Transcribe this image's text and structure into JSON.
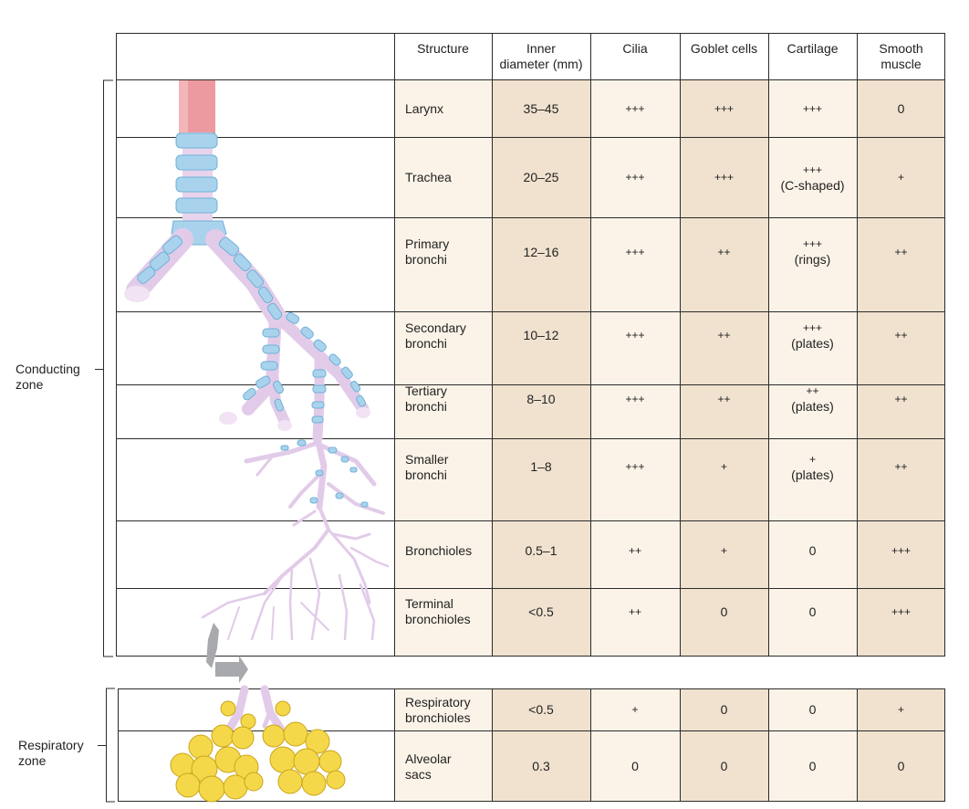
{
  "headers": {
    "structure": "Structure",
    "diameter": [
      "Inner",
      "diameter (mm)"
    ],
    "cilia": "Cilia",
    "goblet": "Goblet cells",
    "cartilage": "Cartilage",
    "smooth": [
      "Smooth",
      "muscle"
    ]
  },
  "zones": {
    "conducting": [
      "Conducting",
      "zone"
    ],
    "respiratory": [
      "Respiratory",
      "zone"
    ]
  },
  "rows": [
    {
      "structure": [
        "Larynx"
      ],
      "diameter": "35–45",
      "cilia": "+++",
      "goblet": "+++",
      "cartilage": [
        "+++"
      ],
      "smooth": "0"
    },
    {
      "structure": [
        "Trachea"
      ],
      "diameter": "20–25",
      "cilia": "+++",
      "goblet": "+++",
      "cartilage": [
        "+++",
        "(C-shaped)"
      ],
      "smooth": "+"
    },
    {
      "structure": [
        "Primary",
        "bronchi"
      ],
      "diameter": "12–16",
      "cilia": "+++",
      "goblet": "++",
      "cartilage": [
        "+++",
        "(rings)"
      ],
      "smooth": "++"
    },
    {
      "structure": [
        "Secondary",
        "bronchi"
      ],
      "diameter": "10–12",
      "cilia": "+++",
      "goblet": "++",
      "cartilage": [
        "+++",
        "(plates)"
      ],
      "smooth": "++"
    },
    {
      "structure": [
        "Tertiary",
        "bronchi"
      ],
      "diameter": "8–10",
      "cilia": "+++",
      "goblet": "++",
      "cartilage": [
        "++",
        "(plates)"
      ],
      "smooth": "++"
    },
    {
      "structure": [
        "Smaller",
        "bronchi"
      ],
      "diameter": "1–8",
      "cilia": "+++",
      "goblet": "+",
      "cartilage": [
        "+",
        "(plates)"
      ],
      "smooth": "++"
    },
    {
      "structure": [
        "Bronchioles"
      ],
      "diameter": "0.5–1",
      "cilia": "++",
      "goblet": "+",
      "cartilage": [
        "0"
      ],
      "smooth": "+++"
    },
    {
      "structure": [
        "Terminal",
        "bronchioles"
      ],
      "diameter": "<0.5",
      "cilia": "++",
      "goblet": "0",
      "cartilage": [
        "0"
      ],
      "smooth": "+++"
    },
    {
      "structure": [
        "Respiratory",
        "bronchioles"
      ],
      "diameter": "<0.5",
      "cilia": "+",
      "goblet": "0",
      "cartilage": [
        "0"
      ],
      "smooth": "+"
    },
    {
      "structure": [
        "Alveolar",
        "sacs"
      ],
      "diameter": "0.3",
      "cilia": "0",
      "goblet": "0",
      "cartilage": [
        "0"
      ],
      "smooth": "0"
    }
  ],
  "colors": {
    "tan": "#f0e2cf",
    "cream": "#fbf3e8",
    "grid": "#2b2b2b",
    "cartilage_blue": "#a9d3ec",
    "airway_lilac": "#e7d4ec",
    "larynx_pink": "#ec9a9f",
    "alveoli_yellow": "#f5d84a"
  }
}
